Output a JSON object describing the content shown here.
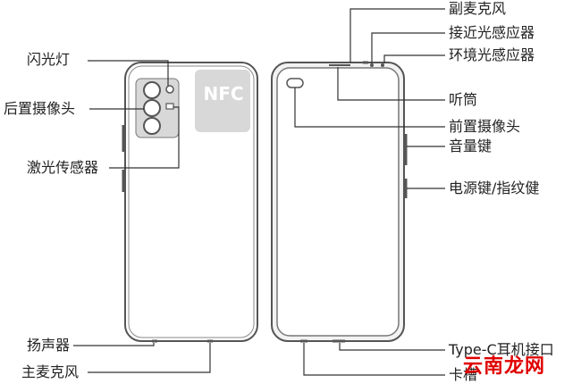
{
  "nfc_text": "NFC",
  "labels_left": {
    "flash": "闪光灯",
    "rear_camera": "后置摄像头",
    "laser_sensor": "激光传感器",
    "speaker": "扬声器",
    "main_mic": "主麦克风"
  },
  "labels_right": {
    "secondary_mic": "副麦克风",
    "proximity_sensor": "接近光感应器",
    "ambient_light_sensor": "环境光感应器",
    "earpiece": "听筒",
    "front_camera": "前置摄像头",
    "volume_key": "音量键",
    "power_fingerprint_key": "电源键/指纹健",
    "typec_port": "Type-C耳机接口",
    "card_slot": "卡槽"
  },
  "watermark": "云南龙网",
  "colors": {
    "outline": "#555555",
    "leader": "#333333",
    "nfc_fill": "#d8d8d8",
    "watermark": "#e00000"
  }
}
